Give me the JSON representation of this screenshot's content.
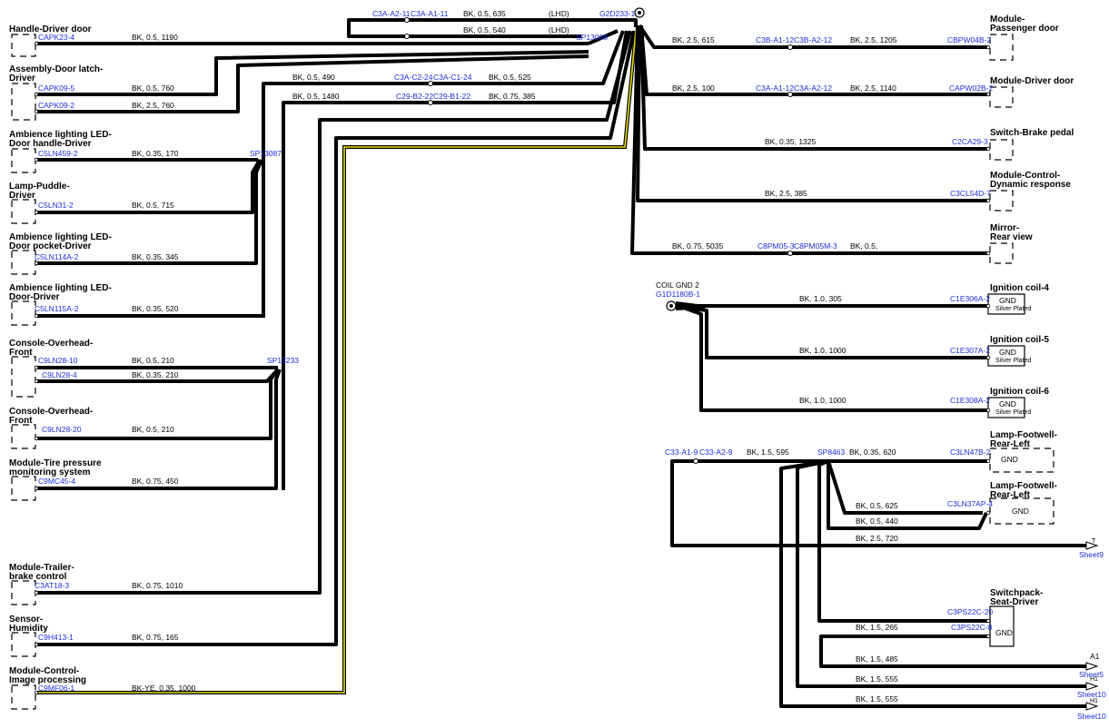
{
  "components": {
    "handle_driver_door": {
      "title": "Handle-Driver door",
      "pin": "CAPK23-4",
      "wire": "BK, 0.5, 1190"
    },
    "door_latch": {
      "title1": "Assembly-Door latch-",
      "title2": "Driver",
      "pin1": "CAPK09-5",
      "wire1": "BK, 0.5, 760",
      "pin2": "CAPK09-2",
      "wire2": "BK, 2.5, 760"
    },
    "amb_handle": {
      "title1": "Ambience lighting LED-",
      "title2": "Door handle-Driver",
      "pin": "C5LN459-2",
      "wire": "BK, 0.35, 170"
    },
    "puddle": {
      "title1": "Lamp-Puddle-",
      "title2": "Driver",
      "pin": "C5LN31-2",
      "wire": "BK, 0.5, 715"
    },
    "amb_pocket": {
      "title1": "Ambience lighting LED-",
      "title2": "Door pocket-Driver",
      "pin": "C5LN114A-2",
      "wire": "BK, 0.35, 345"
    },
    "amb_door": {
      "title1": "Ambience lighting LED-",
      "title2": "Door-Driver",
      "pin": "C5LN115A-2",
      "wire": "BK, 0.35, 520"
    },
    "console1": {
      "title1": "Console-Overhead-",
      "title2": "Front",
      "pin1": "C9LN28-10",
      "wire1": "BK, 0.5, 210",
      "pin2": "C9LN28-4",
      "wire2": "BK, 0.35, 210"
    },
    "console2": {
      "title1": "Console-Overhead-",
      "title2": "Front",
      "pin": "C9LN28-20",
      "wire": "BK, 0.5, 210"
    },
    "tpms": {
      "title1": "Module-Tire pressure",
      "title2": "monitoring system",
      "pin": "C9MC45-4",
      "wire": "BK, 0.75, 450"
    },
    "trailer": {
      "title1": "Module-Trailer-",
      "title2": "brake control",
      "pin": "C3AT18-3",
      "wire": "BK, 0.75, 1010"
    },
    "humidity": {
      "title1": "Sensor-",
      "title2": "Humidity",
      "pin": "C9H413-1",
      "wire": "BK, 0.75, 165"
    },
    "image_proc": {
      "title1": "Module-Control-",
      "title2": "Image processing",
      "pin": "C9MF06-1",
      "wire": "BK-YE, 0.35, 1000"
    },
    "passenger_door": {
      "title1": "Module-",
      "title2": "Passenger door",
      "pin": "CBPW04B-2",
      "wire_a": "BK, 2.5, 615",
      "conn1": "C3B-A1-12",
      "conn2": "C3B-A2-12",
      "wire_b": "BK, 2.5, 1205"
    },
    "driver_door": {
      "title": "Module-Driver door",
      "pin": "CAPW02B-2",
      "wire_a": "BK, 2.5, 100",
      "conn1": "C3A-A1-12",
      "conn2": "C3A-A2-12",
      "wire_b": "BK, 2.5, 1140"
    },
    "brake_pedal": {
      "title": "Switch-Brake pedal",
      "pin": "C2CA29-3",
      "wire": "BK, 0.35, 1325"
    },
    "dynamic": {
      "title1": "Module-Control-",
      "title2": "Dynamic response",
      "pin": "C3CL54D-7",
      "wire": "BK, 2.5, 385"
    },
    "mirror": {
      "title1": "Mirror-",
      "title2": "Rear view",
      "wire_a": "BK, 0.75, 5035",
      "conn1": "C8PM05-3",
      "conn2": "C8PM05M-3",
      "wire_b": "BK, 0.5,"
    },
    "coil_gnd": {
      "title": "COIL GND 2",
      "id": "G1D1180B-1"
    },
    "coil4": {
      "title": "Ignition coil-4",
      "pin": "C1E306A-2",
      "wire": "BK, 1.0, 305"
    },
    "coil5": {
      "title": "Ignition coil-5",
      "pin": "C1E307A-2",
      "wire": "BK, 1.0, 1000"
    },
    "coil6": {
      "title": "Ignition coil-6",
      "pin": "C1E308A-2",
      "wire": "BK, 1.0, 1000"
    },
    "footwell1": {
      "title1": "Lamp-Footwell-",
      "title2": "Rear-Left",
      "pin": "C3LN47B-2",
      "wire": "BK, 0.35, 620"
    },
    "footwell2": {
      "title1": "Lamp-Footwell-",
      "title2": "Rear-Left",
      "pin": "C3LN37AP-4",
      "wire1": "BK, 0.5, 625",
      "wire2": "BK, 0.5, 440"
    },
    "switchpack": {
      "title1": "Switchpack-",
      "title2": "Seat-Driver",
      "pin1": "C3PS22C-20",
      "pin2": "C3PS22C-8",
      "wire2": "BK, 1.5, 265"
    }
  },
  "top": {
    "conn1": "C3A-A2-11",
    "conn2": "C3A-A1-11",
    "wire1": "BK, 0.5, 635",
    "lhd1": "(LHD)",
    "wire2": "BK, 0.5, 540",
    "lhd2": "(LHD)",
    "ground": "G2D233-1",
    "splice": "SP13088"
  },
  "mid": {
    "wire_a": "BK, 0.5, 490",
    "conn_a1": "C3A-C2-24",
    "conn_a2": "C3A-C1-24",
    "wire_a2": "BK, 0.5, 525",
    "wire_b": "BK, 0.5, 1480",
    "conn_b1": "C29-B2-22",
    "conn_b2": "C29-B1-22",
    "wire_b2": "BK, 0.75, 385"
  },
  "splices": {
    "sp2": "SP13087",
    "sp3": "SP13233",
    "sp4": "SP8463"
  },
  "footwell_feed": {
    "conn1": "C33-A1-9",
    "conn2": "C33-A2-9",
    "wire": "BK, 1.5, 595"
  },
  "offsheet": [
    {
      "wire": "BK, 2.5, 720",
      "letter": "T",
      "sheet": "Sheet9"
    },
    {
      "wire": "BK, 1.5, 485",
      "letter": "A1",
      "sheet": "Sheet5"
    },
    {
      "wire": "BK, 1.5, 555",
      "letter": "H1",
      "sheet": "Sheet10"
    },
    {
      "wire": "BK, 1.5, 555",
      "letter": "H1",
      "sheet": "Sheet10"
    }
  ],
  "gnd_labels": {
    "gnd": "GND",
    "silver": "Silver Plated"
  },
  "colors": {
    "wire": "#000000",
    "connector_text": "#1a2fd6",
    "yellow_stripe": "#e8e000"
  }
}
